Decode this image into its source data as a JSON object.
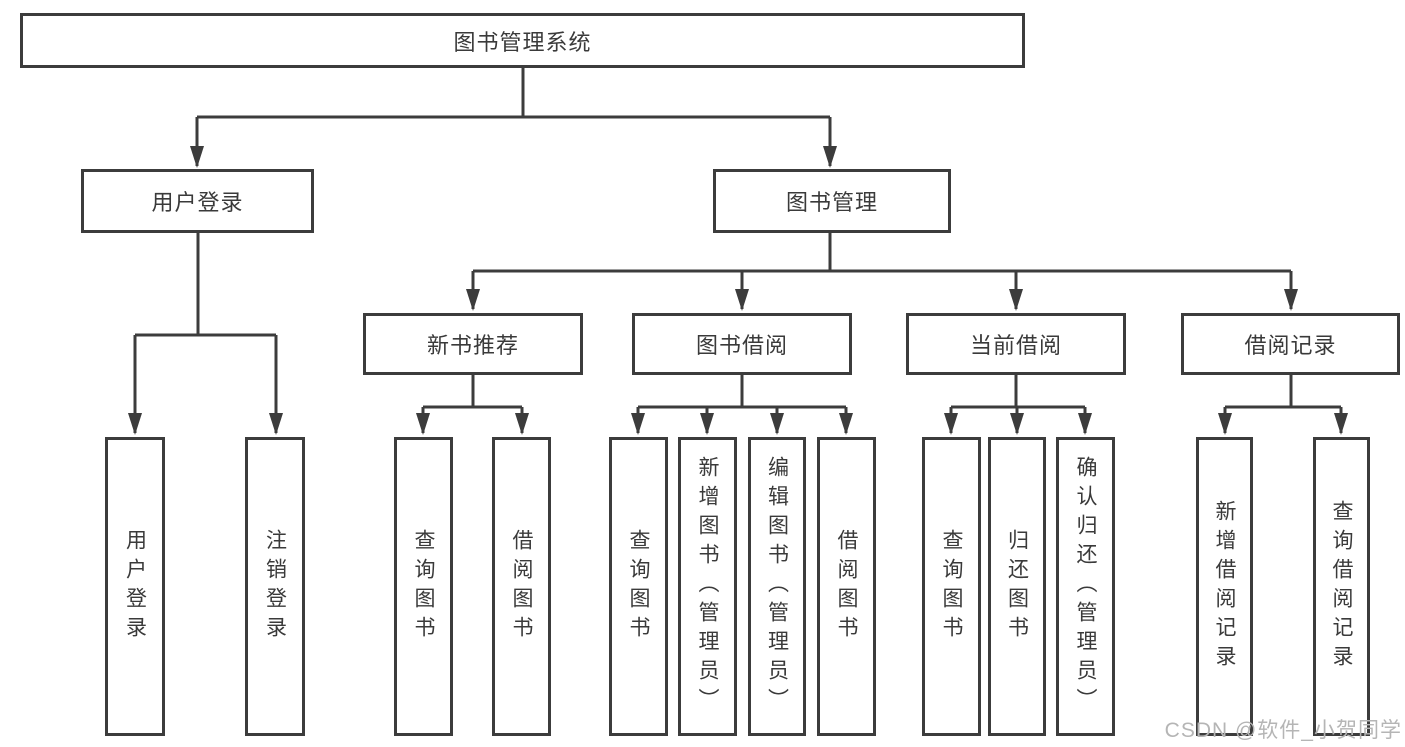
{
  "diagram": {
    "title": "图书管理系统",
    "root": {
      "label": "图书管理系统"
    },
    "level2": [
      {
        "label": "用户登录"
      },
      {
        "label": "图书管理"
      }
    ],
    "level3": [
      {
        "label": "新书推荐"
      },
      {
        "label": "图书借阅"
      },
      {
        "label": "当前借阅"
      },
      {
        "label": "借阅记录"
      }
    ],
    "leaves": [
      {
        "label": "用户登录"
      },
      {
        "label": "注销登录"
      },
      {
        "label": "查询图书"
      },
      {
        "label": "借阅图书"
      },
      {
        "label": "查询图书"
      },
      {
        "label": "新增图书（管理员）"
      },
      {
        "label": "编辑图书（管理员）"
      },
      {
        "label": "借阅图书"
      },
      {
        "label": "查询图书"
      },
      {
        "label": "归还图书"
      },
      {
        "label": "确认归还（管理员）"
      },
      {
        "label": "新增借阅记录"
      },
      {
        "label": "查询借阅记录"
      }
    ]
  },
  "watermark": {
    "text": "CSDN @软件_小贺同学"
  },
  "colors": {
    "line": "#3c3c3c",
    "text": "#3a3a3a",
    "watermark": "#b5b5b5",
    "background": "#ffffff"
  }
}
